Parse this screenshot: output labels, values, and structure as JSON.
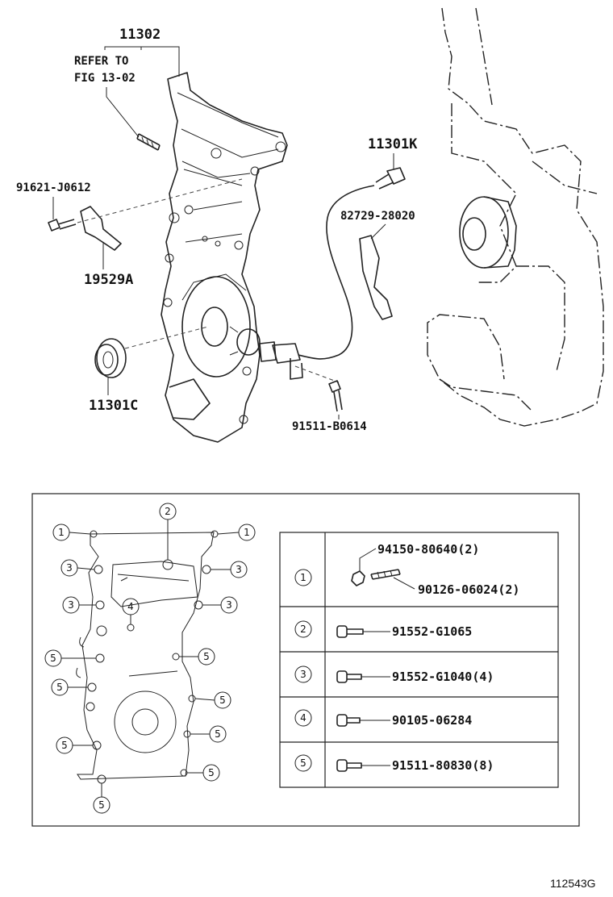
{
  "diagram": {
    "callouts": {
      "cover": "11302",
      "refer_line1": "REFER TO",
      "refer_line2": "FIG 13-02",
      "bolt_left": "91621-J0612",
      "bracket": "19529A",
      "seal": "11301C",
      "sensor_connector": "11301K",
      "sensor_clamp": "82729-28020",
      "sensor_bolt": "91511-B0614"
    },
    "bolt_markers": [
      "1",
      "2",
      "3",
      "4",
      "5"
    ],
    "legend": {
      "rows": [
        {
          "marker": "1",
          "parts": [
            "94150-80640(2)",
            "90126-06024(2)"
          ]
        },
        {
          "marker": "2",
          "parts": [
            "91552-G1065"
          ]
        },
        {
          "marker": "3",
          "parts": [
            "91552-G1040(4)"
          ]
        },
        {
          "marker": "4",
          "parts": [
            "90105-06284"
          ]
        },
        {
          "marker": "5",
          "parts": [
            "91511-80830(8)"
          ]
        }
      ]
    },
    "figure_id": "112543G"
  }
}
